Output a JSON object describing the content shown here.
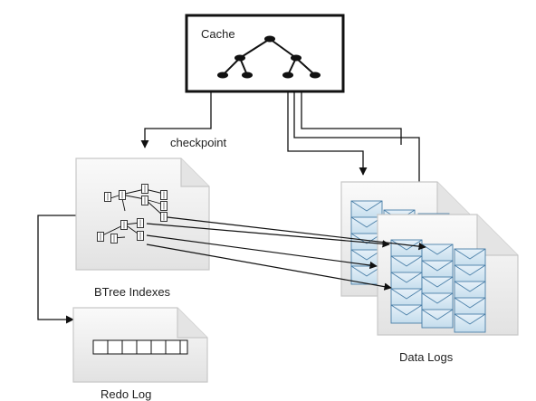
{
  "nodes": {
    "cache": {
      "label": "Cache"
    },
    "btree": {
      "label": "BTree Indexes"
    },
    "redo": {
      "label": "Redo Log"
    },
    "data_logs": {
      "label": "Data Logs"
    }
  },
  "edges": {
    "checkpoint": {
      "label": "checkpoint"
    }
  },
  "icons": {
    "cache": "tree-icon",
    "btree": "btree-icon",
    "redo": "log-cells-icon",
    "data_logs": "envelope-stack-icon"
  },
  "colors": {
    "line": "#111111",
    "page_fill": "#f1f1f1",
    "page_stroke": "#c8c8c8",
    "envelope_fill": "#d8eaf5",
    "envelope_stroke": "#4a7fa8"
  }
}
